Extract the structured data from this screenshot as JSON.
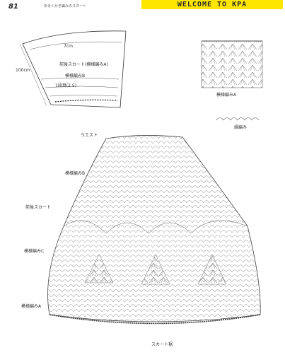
{
  "header": {
    "page_number": "81",
    "note": "ゆるくかぎ編みのスカート",
    "banner": "WELCOME TO KPA"
  },
  "schematic": {
    "label_top": "7cm",
    "label_band_1": "1段目(2.5)",
    "label_band_2": "前後スカート(模様編みA)",
    "label_band_3": "模様編みB",
    "label_side": "100cm"
  },
  "legend": {
    "pattern_a": "模様編みA",
    "edging": "縁編み"
  },
  "main": {
    "label_pattern_b": "模様編みB",
    "label_skirt": "前後スカート",
    "label_pattern_c": "模様編みC",
    "label_pattern_a": "模様編みA",
    "label_waist": "ウエスト",
    "label_hem": "スカート裾"
  }
}
